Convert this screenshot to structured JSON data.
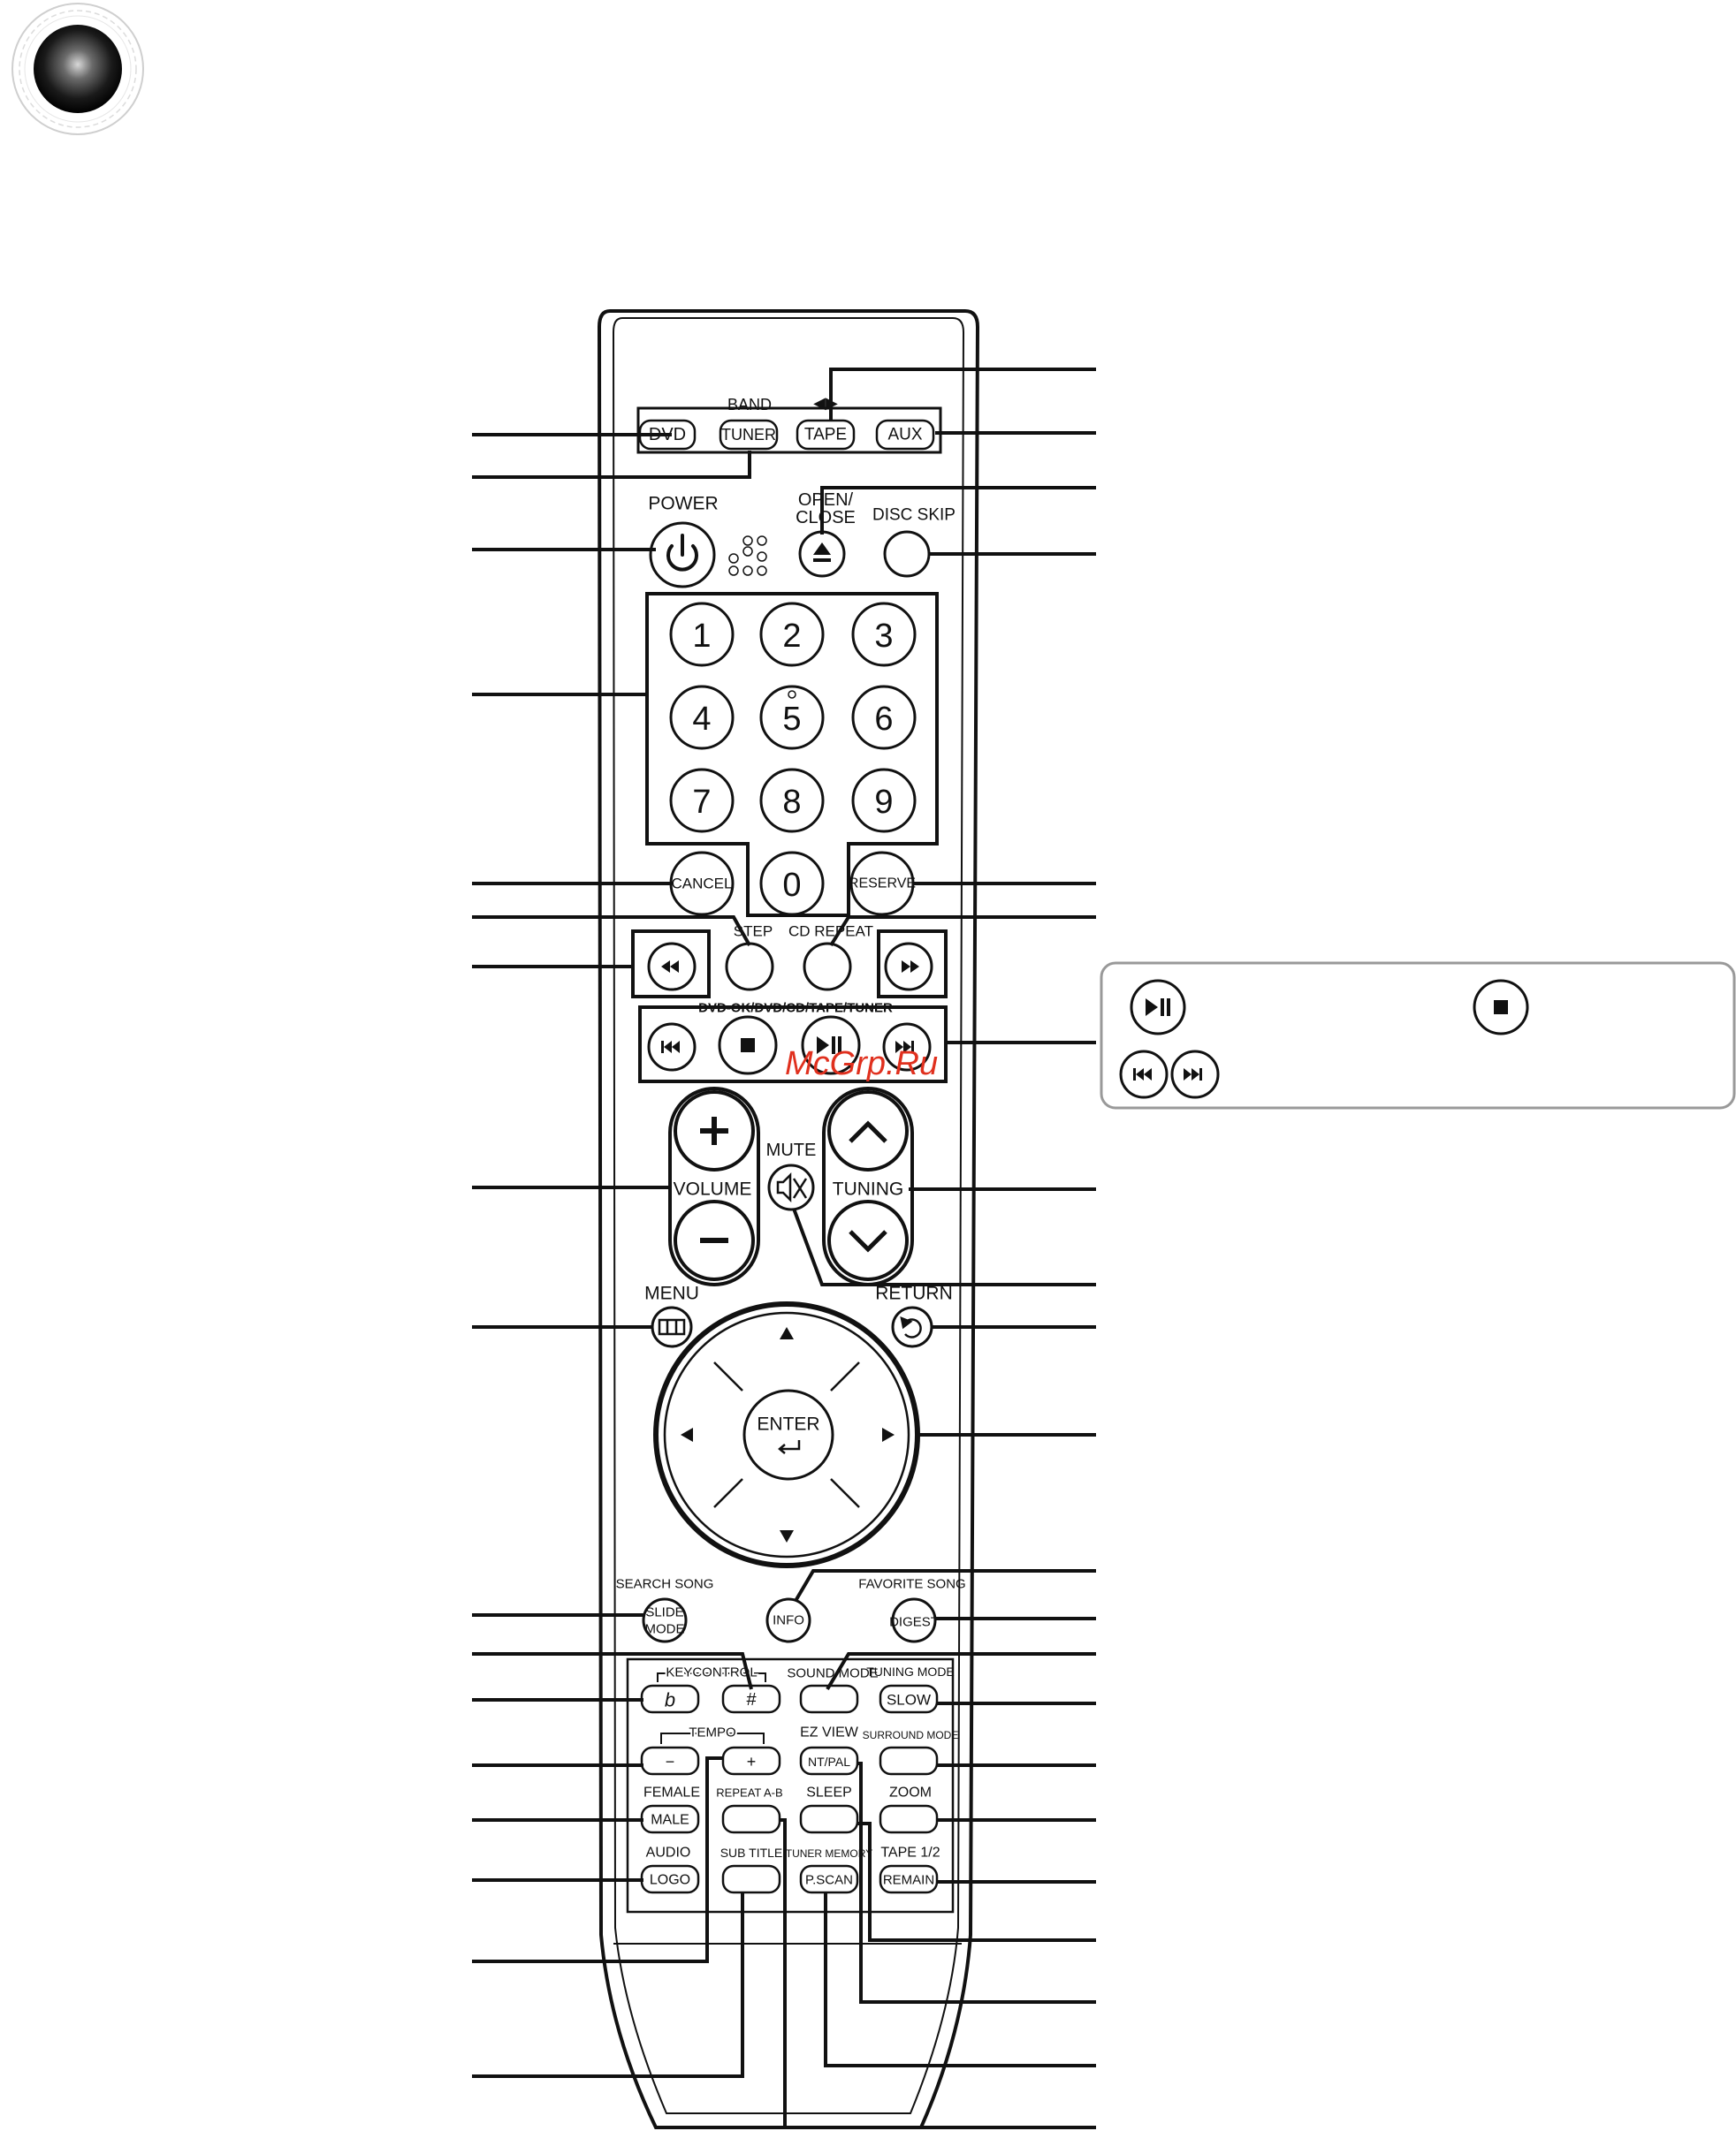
{
  "watermark": "McGrp.Ru",
  "remote": {
    "top_keys": {
      "band_label": "BAND",
      "tape_arrow": "◀▶",
      "dvd": "DVD",
      "tuner": "TUNER",
      "tape": "TAPE",
      "aux": "AUX"
    },
    "power_label": "POWER",
    "open_close_label": "OPEN/\nCLOSE",
    "open_close_line1": "OPEN/",
    "open_close_line2": "CLOSE",
    "disc_skip_label": "DISC SKIP",
    "digits": [
      "1",
      "2",
      "3",
      "4",
      "5",
      "6",
      "7",
      "8",
      "9",
      "0"
    ],
    "cancel": "CANCEL",
    "reserve": "RESERVE",
    "step_label": "STEP",
    "cd_repeat_label": "CD REPEAT",
    "transport_group_label": "DVD-OK/DVD/CD/TAPE/TUNER",
    "mute_label": "MUTE",
    "volume_label": "VOLUME",
    "tuning_label": "TUNING",
    "menu_label": "MENU",
    "return_label": "RETURN",
    "enter_label": "ENTER",
    "search_song_label": "SEARCH SONG",
    "slide_mode_l1": "SLIDE",
    "slide_mode_l2": "MODE",
    "info": "INFO",
    "favorite_song_label": "FAVORITE SONG",
    "digest": "DIGEST",
    "keycontrol_label": "KEYCONTROL",
    "flat": "b",
    "sharp": "#",
    "sound_mode_label": "SOUND MODE",
    "tuning_mode_label": "TUNING MODE",
    "slow": "SLOW",
    "tempo_label": "TEMPO",
    "tempo_minus": "−",
    "tempo_plus": "+",
    "ez_view_label": "EZ VIEW",
    "nt_pal": "NT/PAL",
    "surround_mode_label": "SURROUND MODE",
    "female_label": "FEMALE",
    "male": "MALE",
    "repeat_ab_label": "REPEAT A-B",
    "sleep_label": "SLEEP",
    "zoom_label": "ZOOM",
    "audio_label": "AUDIO",
    "logo": "LOGO",
    "sub_title_label": "SUB TITLE",
    "tuner_memory_label": "TUNER MEMORY",
    "p_scan": "P.SCAN",
    "tape12_label": "TAPE 1/2",
    "remain": "REMAIN"
  },
  "colors": {
    "ink": "#111111",
    "watermark": "#e0301e",
    "background": "#ffffff"
  },
  "icons": [
    "speaker-logo-icon",
    "power-icon",
    "eject-icon",
    "rewind-icon",
    "fast-forward-icon",
    "skip-back-icon",
    "stop-icon",
    "play-pause-icon",
    "skip-forward-icon",
    "mute-icon",
    "menu-icon",
    "return-icon",
    "enter-icon",
    "arrow-up-icon",
    "arrow-down-icon",
    "arrow-left-icon",
    "arrow-right-icon"
  ]
}
